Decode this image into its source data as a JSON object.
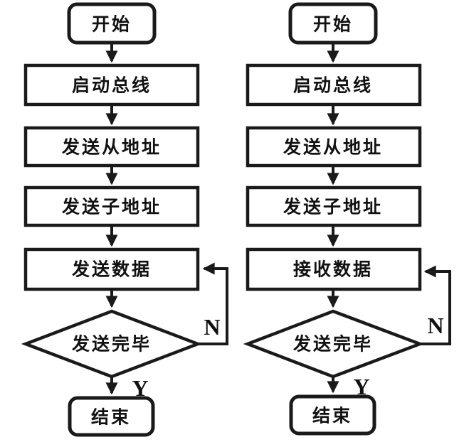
{
  "figure": {
    "type": "flowchart-pair",
    "colors": {
      "stroke": "#1a1a1a",
      "background": "#ffffff",
      "text": "#111111"
    }
  },
  "flowcharts": [
    {
      "id": "send-routine",
      "nodes": {
        "start": "开始",
        "step1": "启动总线",
        "step2": "发送从地址",
        "step3": "发送子地址",
        "step4": "发送数据",
        "decision": "发送完毕",
        "end": "结束"
      },
      "labels": {
        "no": "N",
        "yes": "Y"
      }
    },
    {
      "id": "receive-routine",
      "nodes": {
        "start": "开始",
        "step1": "启动总线",
        "step2": "发送从地址",
        "step3": "发送子地址",
        "step4": "接收数据",
        "decision": "发送完毕",
        "end": "结束"
      },
      "labels": {
        "no": "N",
        "yes": "Y"
      }
    }
  ]
}
